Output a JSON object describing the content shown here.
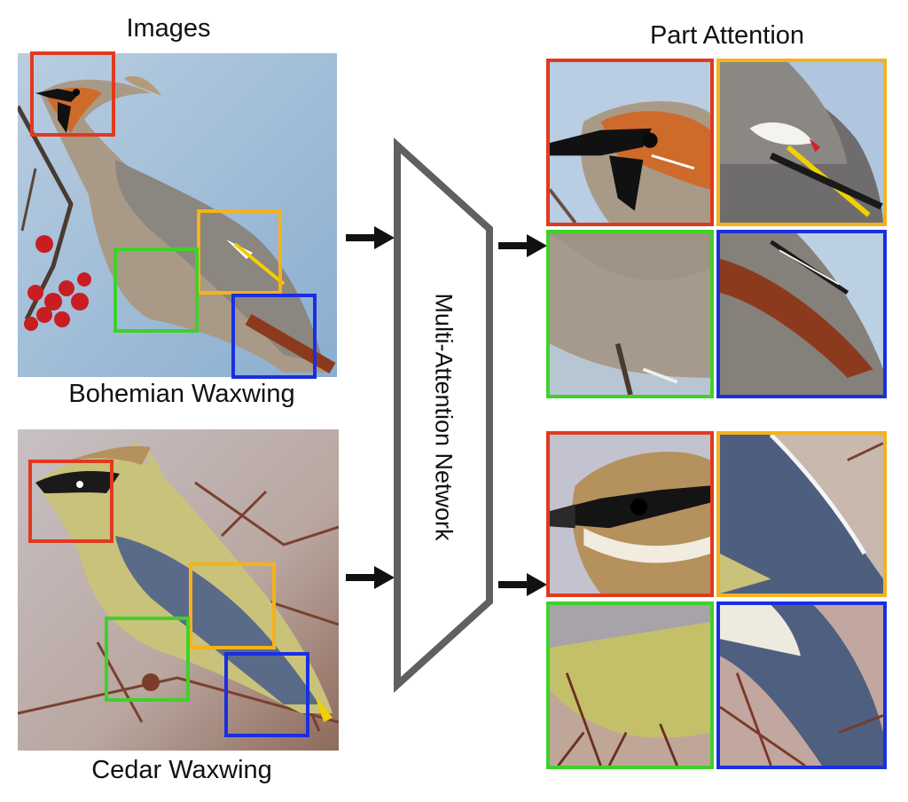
{
  "headers": {
    "images": "Images",
    "part_attention": "Part Attention"
  },
  "birds": [
    {
      "name": "Bohemian Waxwing"
    },
    {
      "name": "Cedar Waxwing"
    }
  ],
  "network": {
    "label": "Multi-Attention Network"
  },
  "part_colors": {
    "head": "#e03a1e",
    "wing": "#f5b21a",
    "body": "#3fd12a",
    "tail": "#1a2fe0"
  },
  "parts": [
    "head",
    "wing",
    "body",
    "tail"
  ]
}
